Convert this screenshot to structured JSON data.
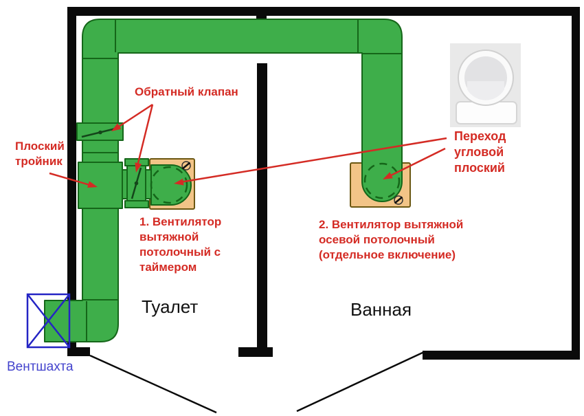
{
  "colors": {
    "duct_green": "#3eae4a",
    "duct_outline": "#156619",
    "fan_box": "#f2c487",
    "fan_box_outline": "#6b5712",
    "wall": "#0a0a0a",
    "red": "#d42b24",
    "blue_box": "#2424c4",
    "blue_text": "#4343cd",
    "room_text": "#111111",
    "photo_bg": "#e9e9e9"
  },
  "rooms": {
    "toilet": {
      "label": "Туалет"
    },
    "bathroom": {
      "label": "Ванная"
    }
  },
  "annotations": {
    "check_valve": {
      "text": "Обратный клапан"
    },
    "flat_tee": {
      "text": "Плоский\nтройник"
    },
    "fan_1": {
      "text": "1. Вентилятор\nвытяжной\nпотолочный с\nтаймером"
    },
    "fan_2": {
      "text": "2. Вентилятор вытяжной\nосевой потолочный\n(отдельное включение)"
    },
    "corner_transition": {
      "text": "Переход\nугловой\nплоский"
    },
    "vent_shaft": {
      "text": "Вентшахта"
    }
  }
}
